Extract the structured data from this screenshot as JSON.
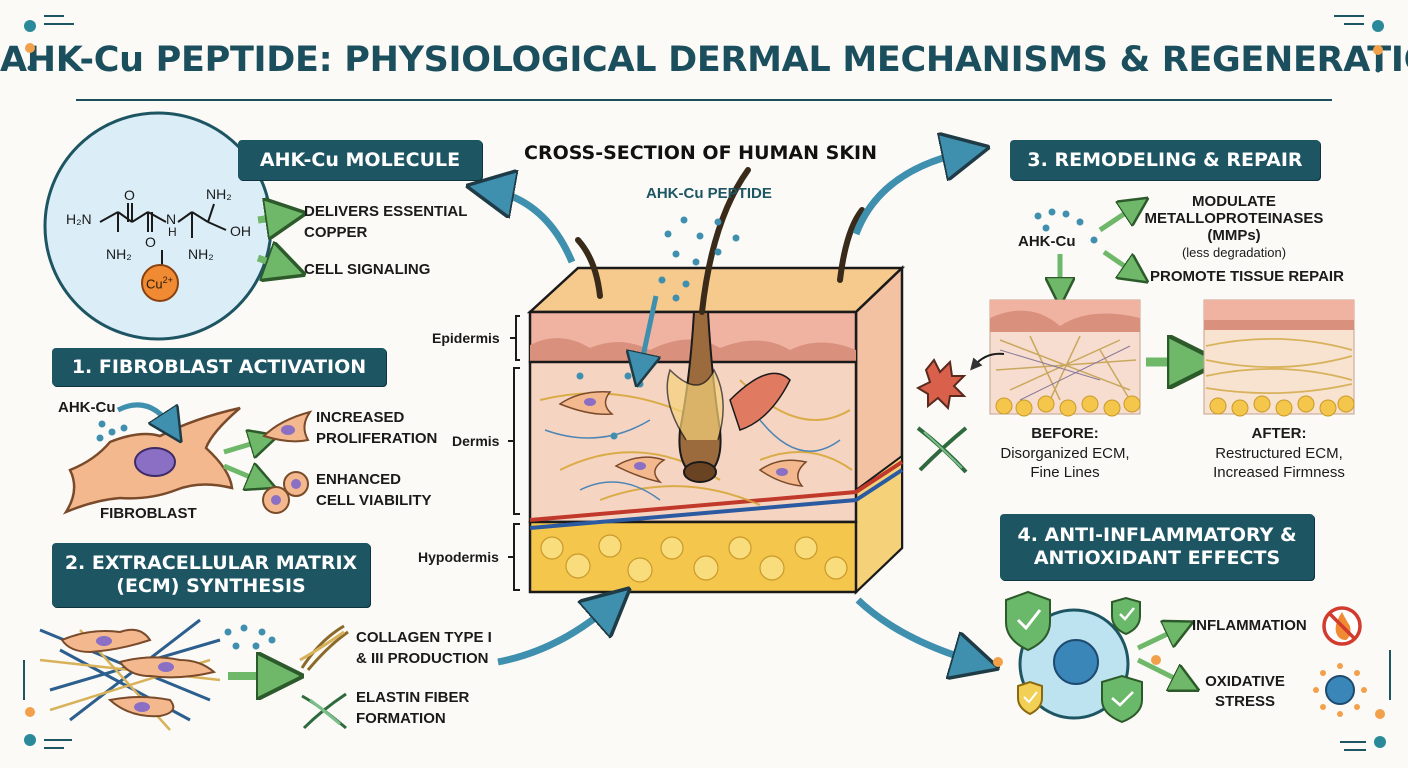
{
  "title": "AHK-Cu PEPTIDE: PHYSIOLOGICAL DERMAL MECHANISMS & REGENERATION",
  "molecule": {
    "banner": "AHK-Cu MOLECULE",
    "chem": {
      "h2n": "H₂N",
      "nh2_a": "NH₂",
      "o1": "O",
      "o2": "O",
      "n": "N",
      "h": "H",
      "nh2_b": "NH₂",
      "oh": "OH",
      "nh2_c": "NH₂",
      "cu": "Cu",
      "cu_charge": "2+"
    },
    "effects": [
      "DELIVERS ESSENTIAL",
      "COPPER",
      "CELL SIGNALING"
    ]
  },
  "fibroblast": {
    "banner": "1. FIBROBLAST ACTIVATION",
    "ahk_label": "AHK-Cu",
    "cell_label": "FIBROBLAST",
    "out1": [
      "INCREASED",
      "PROLIFERATION"
    ],
    "out2": [
      "ENHANCED",
      "CELL VIABILITY"
    ]
  },
  "ecm": {
    "banner_line1": "2. EXTRACELLULAR MATRIX",
    "banner_line2": "(ECM) SYNTHESIS",
    "out1": [
      "COLLAGEN TYPE I",
      "& III PRODUCTION"
    ],
    "out2": [
      "ELASTIN FIBER",
      "FORMATION"
    ]
  },
  "skin": {
    "title": "CROSS-SECTION OF HUMAN SKIN",
    "peptide_label": "AHK-Cu PEPTIDE",
    "layers": [
      "Epidermis",
      "Dermis",
      "Hypodermis"
    ]
  },
  "remodeling": {
    "banner": "3. REMODELING & REPAIR",
    "ahk_label": "AHK-Cu",
    "mmp": [
      "MODULATE",
      "METALLOPROTEINASES",
      "(MMPs)"
    ],
    "mmp_note": "(less degradation)",
    "repair": "PROMOTE TISSUE REPAIR",
    "before_title": "BEFORE:",
    "before_desc": [
      "Disorganized ECM,",
      "Fine Lines"
    ],
    "after_title": "AFTER:",
    "after_desc": [
      "Restructured ECM,",
      "Increased Firmness"
    ]
  },
  "anti": {
    "banner_line1": "4. ANTI-INFLAMMATORY &",
    "banner_line2": "ANTIOXIDANT EFFECTS",
    "out1": "INFLAMMATION",
    "out2": [
      "OXIDATIVE",
      "STRESS"
    ]
  },
  "colors": {
    "banner": "#1d5563",
    "title": "#1c4f5e",
    "arrow_blue": "#3f8fae",
    "arrow_green": "#6fb86a",
    "cell": "#f4b88e",
    "nucleus": "#8b6fc4",
    "copper": "#f08a33"
  },
  "icons": [
    "molecule-diagram",
    "copper-ion-icon",
    "fibroblast-cell-icon",
    "collagen-fiber-icon",
    "elastin-fiber-icon",
    "skin-cross-section",
    "hair-icon",
    "shield-check-icon",
    "immune-cell-icon",
    "no-fire-icon",
    "free-radical-icon",
    "damaged-cell-icon"
  ]
}
